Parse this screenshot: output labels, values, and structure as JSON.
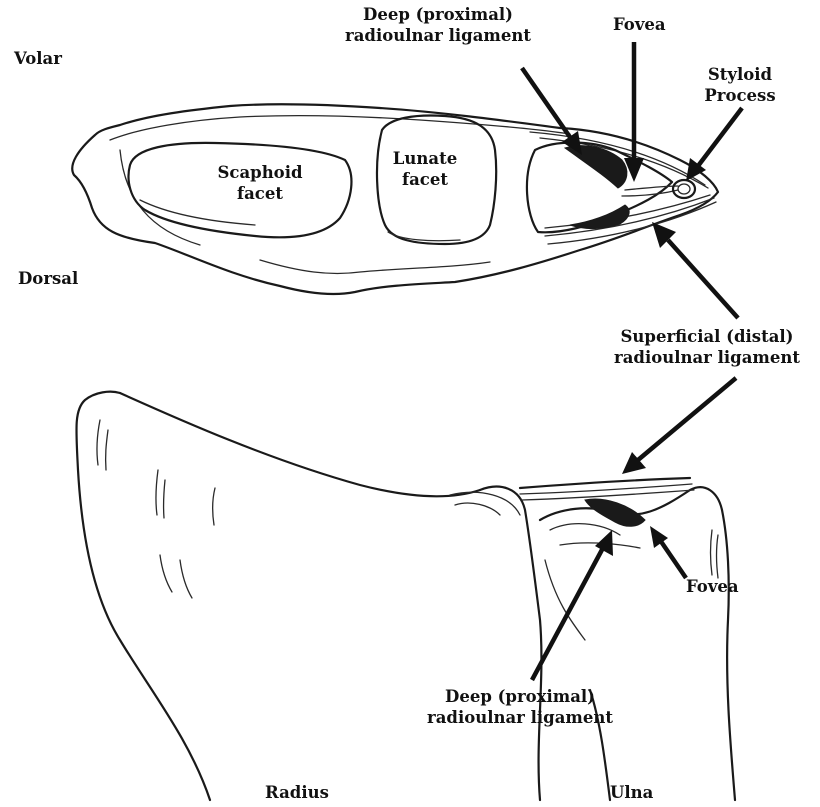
{
  "top_view": {
    "orientation_volar": "Volar",
    "orientation_dorsal": "Dorsal",
    "scaphoid_facet": [
      "Scaphoid",
      "facet"
    ],
    "lunate_facet": [
      "Lunate",
      "facet"
    ],
    "deep_ligament": [
      "Deep (proximal)",
      "radioulnar ligament"
    ],
    "fovea": "Fovea",
    "styloid_process": [
      "Styloid",
      "Process"
    ]
  },
  "shared": {
    "superficial_ligament": [
      "Superficial (distal)",
      "radioulnar ligament"
    ]
  },
  "bottom_view": {
    "fovea": "Fovea",
    "deep_ligament": [
      "Deep (proximal)",
      "radioulnar ligament"
    ],
    "radius": "Radius",
    "ulna": "Ulna"
  }
}
